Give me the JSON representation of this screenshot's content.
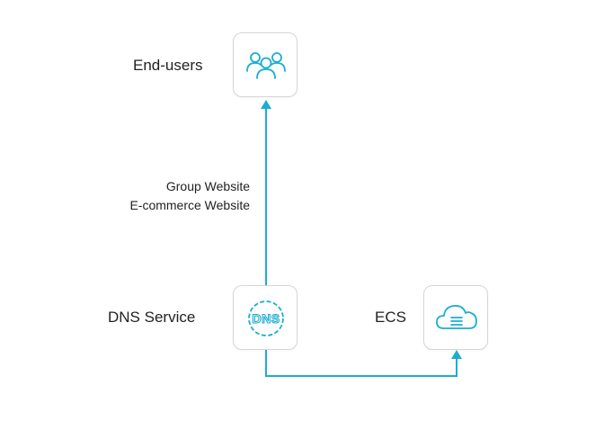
{
  "nodes": {
    "end_users": {
      "label": "End-users",
      "icon": "users-icon"
    },
    "dns_service": {
      "label": "DNS Service",
      "icon": "dns-icon",
      "icon_text": "DNS"
    },
    "ecs": {
      "label": "ECS",
      "icon": "cloud-server-icon"
    }
  },
  "edges": {
    "dns_to_users": {
      "lines": [
        "Group Website",
        "E-commerce Website"
      ]
    },
    "dns_to_ecs": {
      "lines": []
    }
  },
  "colors": {
    "accent": "#1aaed1",
    "box_border": "#d6d6d6",
    "text": "#222222"
  }
}
